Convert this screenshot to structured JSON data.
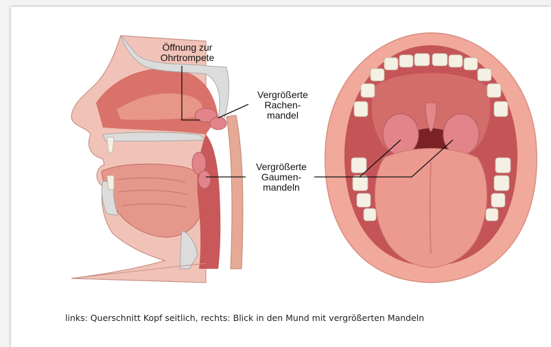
{
  "labels": {
    "eustachian_line1": "Öffnung zur",
    "eustachian_line2": "Ohrtrompete",
    "adenoid_line1": "Vergrößerte",
    "adenoid_line2": "Rachen-",
    "adenoid_line3": "mandel",
    "tonsils_line1": "Vergrößerte",
    "tonsils_line2": "Gaumen-",
    "tonsils_line3": "mandeln"
  },
  "caption": "links: Querschnitt Kopf seitlich, rechts: Blick in den Mund mit vergrößerten Mandeln",
  "colors": {
    "tissue_pink": "#eaa69a",
    "tissue_red": "#d9726a",
    "deep_red": "#b8474a",
    "lip": "#f0a99b",
    "bone": "#d8d8d8",
    "tooth": "#f4f0e4",
    "tonsil": "#e3848a",
    "background": "#ffffff"
  }
}
